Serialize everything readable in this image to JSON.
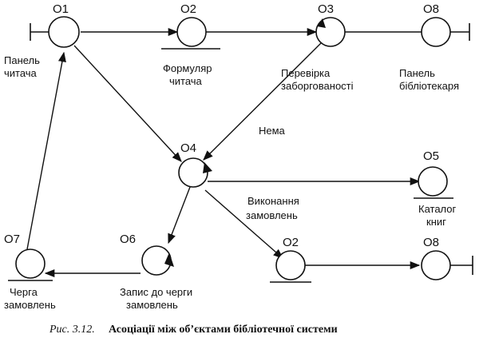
{
  "nodes": [
    {
      "id": "o1",
      "label": "О1",
      "description": [
        "Панель",
        "читача"
      ],
      "kind": "boundary"
    },
    {
      "id": "o2a",
      "label": "О2",
      "description": [
        "Формуляр",
        "читача"
      ],
      "kind": "entity"
    },
    {
      "id": "o3",
      "label": "О3",
      "description": [
        "Перевірка",
        "заборгованості"
      ],
      "kind": "control"
    },
    {
      "id": "o8a",
      "label": "О8",
      "description": [
        "Панель",
        "бібліотекаря"
      ],
      "kind": "boundary-right"
    },
    {
      "id": "o4",
      "label": "О4",
      "description": [],
      "kind": "control"
    },
    {
      "id": "o5",
      "label": "О5",
      "description": [
        "Каталог",
        "книг"
      ],
      "kind": "entity"
    },
    {
      "id": "o6",
      "label": "О6",
      "description": [
        "Запис до черги",
        "замовлень"
      ],
      "kind": "control"
    },
    {
      "id": "o7",
      "label": "О7",
      "description": [
        "Черга",
        "замовлень"
      ],
      "kind": "entity"
    },
    {
      "id": "o2b",
      "label": "О2",
      "description": [],
      "kind": "entity"
    },
    {
      "id": "o8b",
      "label": "О8",
      "description": [],
      "kind": "boundary-right"
    }
  ],
  "edge_labels": {
    "nema": "Нема",
    "vykonannia": [
      "Виконання",
      "замовлень"
    ]
  },
  "caption": {
    "prefix": "Рис. 3.12.",
    "text": "Асоціації між об’єктами бібліотечної системи"
  }
}
